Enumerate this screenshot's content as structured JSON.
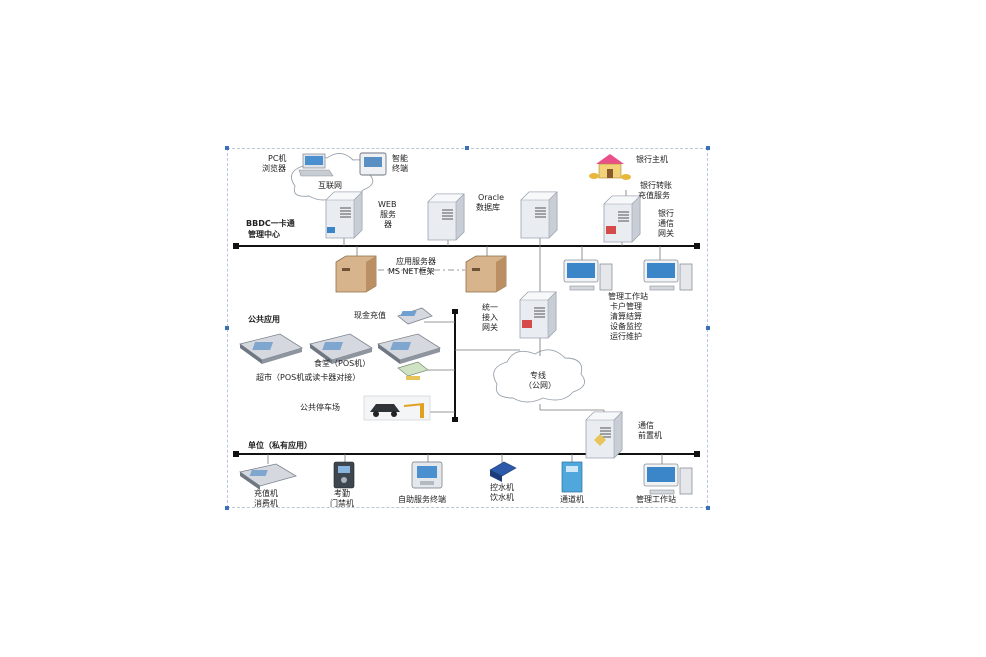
{
  "labels": {
    "pc_browser": [
      "PC机",
      "浏览器"
    ],
    "smart_terminal": [
      "智能",
      "终端"
    ],
    "internet": "互联网",
    "bank_host": "银行主机",
    "bank_transfer": [
      "银行转账",
      "充值服务"
    ],
    "oracle_db": [
      "Oracle",
      "数据库"
    ],
    "web_server": [
      "WEB",
      "服务",
      "器"
    ],
    "bank_gateway": [
      "银行",
      "通信",
      "网关"
    ],
    "center": [
      "BBDC一卡通",
      "管理中心"
    ],
    "app_server": [
      "应用服务器",
      "MS NET框架"
    ],
    "admin_station": [
      "管理工作站",
      "卡户管理",
      "清算结算",
      "设备监控",
      "运行维护"
    ],
    "unified_gateway": [
      "统一",
      "接入",
      "网关"
    ],
    "public_app": "公共应用",
    "recharge": "现金充值",
    "canteen": "食堂（POS机）",
    "supermarket": "超市（POS机或读卡器对接）",
    "parking": "公共停车场",
    "private_line": [
      "专线",
      "（公网）"
    ],
    "comm_unit": [
      "通信",
      "前置机"
    ],
    "unit_private": "单位（私有应用）",
    "bottom": {
      "recharge_consume": [
        "充值机",
        "消费机"
      ],
      "attendance": [
        "考勤",
        "门禁机"
      ],
      "self_service": "自助服务终端",
      "water": [
        "控水机",
        "饮水机"
      ],
      "channel": "通道机",
      "admin_ws": "管理工作站"
    }
  },
  "colors": {
    "line": "#111111",
    "thin_line": "#777777",
    "server_body": "#e9ecf1",
    "server_edge": "#9aa3ad",
    "cloud": "#ffffff",
    "cloud_edge": "#9aa3ad",
    "box_tan": "#d8b48c",
    "screen_blue": "#3a86c8"
  }
}
